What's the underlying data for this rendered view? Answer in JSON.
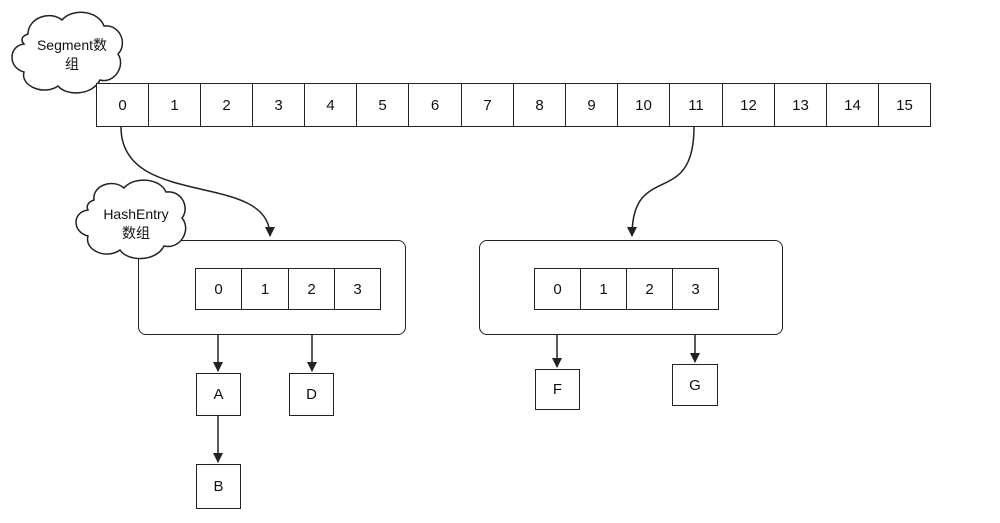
{
  "segment": {
    "label_line1": "Segment数",
    "label_line2": "组",
    "cells": [
      "0",
      "1",
      "2",
      "3",
      "4",
      "5",
      "6",
      "7",
      "8",
      "9",
      "10",
      "11",
      "12",
      "13",
      "14",
      "15"
    ]
  },
  "hash_left": {
    "label_line1": "HashEntry",
    "label_line2": "数组",
    "cells": [
      "0",
      "1",
      "2",
      "3"
    ]
  },
  "hash_right": {
    "cells": [
      "0",
      "1",
      "2",
      "3"
    ]
  },
  "nodes": {
    "a": "A",
    "b": "B",
    "d": "D",
    "f": "F",
    "g": "G"
  }
}
